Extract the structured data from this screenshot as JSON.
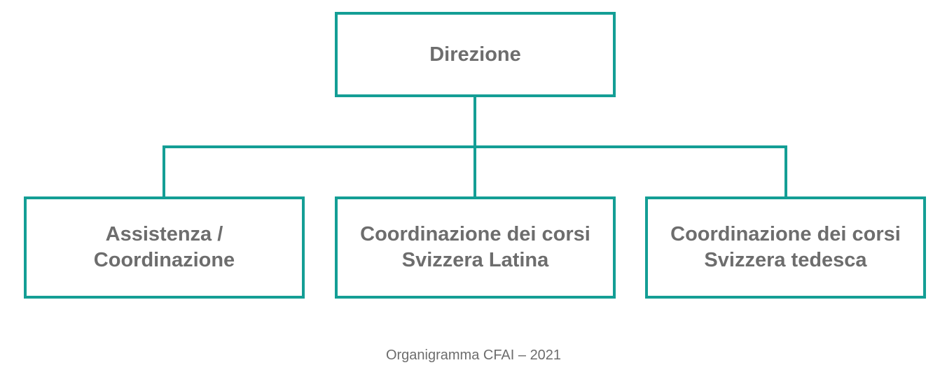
{
  "diagram": {
    "accent_color": "#149e95",
    "text_color": "#6d6d6d",
    "root": {
      "label": "Direzione"
    },
    "children": [
      {
        "label": "Assistenza /\nCoordinazione"
      },
      {
        "label": "Coordinazione dei corsi\nSvizzera Latina"
      },
      {
        "label": "Coordinazione dei corsi\nSvizzera tedesca"
      }
    ]
  },
  "caption": "Organigramma CFAI – 2021"
}
